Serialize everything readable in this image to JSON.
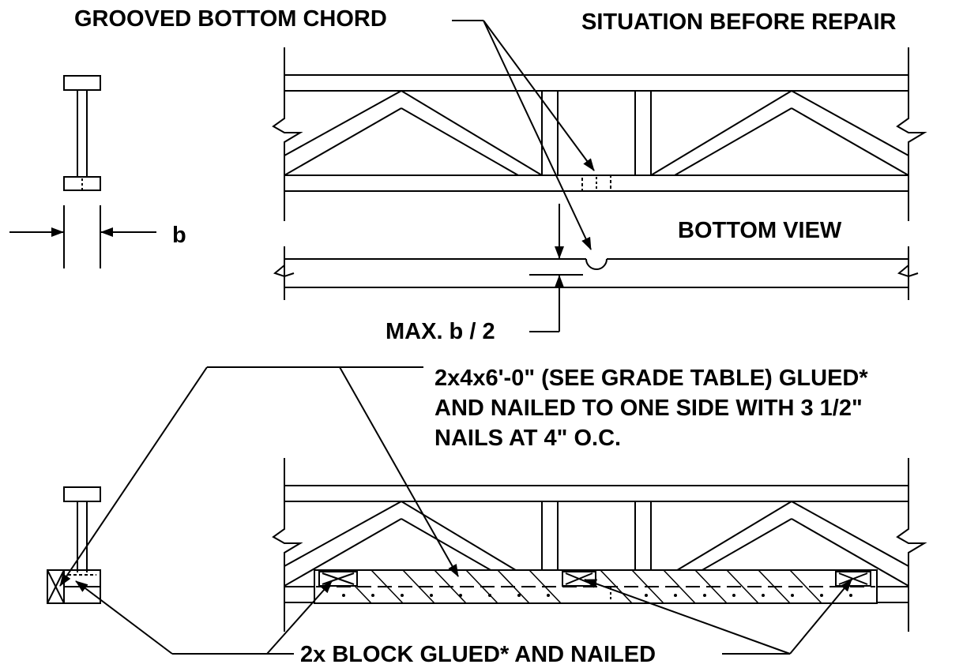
{
  "labels": {
    "grooved_bottom_chord": "GROOVED BOTTOM CHORD",
    "situation_before_repair": "SITUATION BEFORE REPAIR",
    "b": "b",
    "bottom_view": "BOTTOM VIEW",
    "max_b_half": "MAX. b / 2",
    "repair_note": [
      "2x4x6'-0\" (SEE GRADE TABLE) GLUED*",
      "AND NAILED TO ONE SIDE  WITH 3 1/2\"",
      "NAILS AT 4\" O.C."
    ],
    "block_note": "2x BLOCK GLUED* AND NAILED"
  }
}
